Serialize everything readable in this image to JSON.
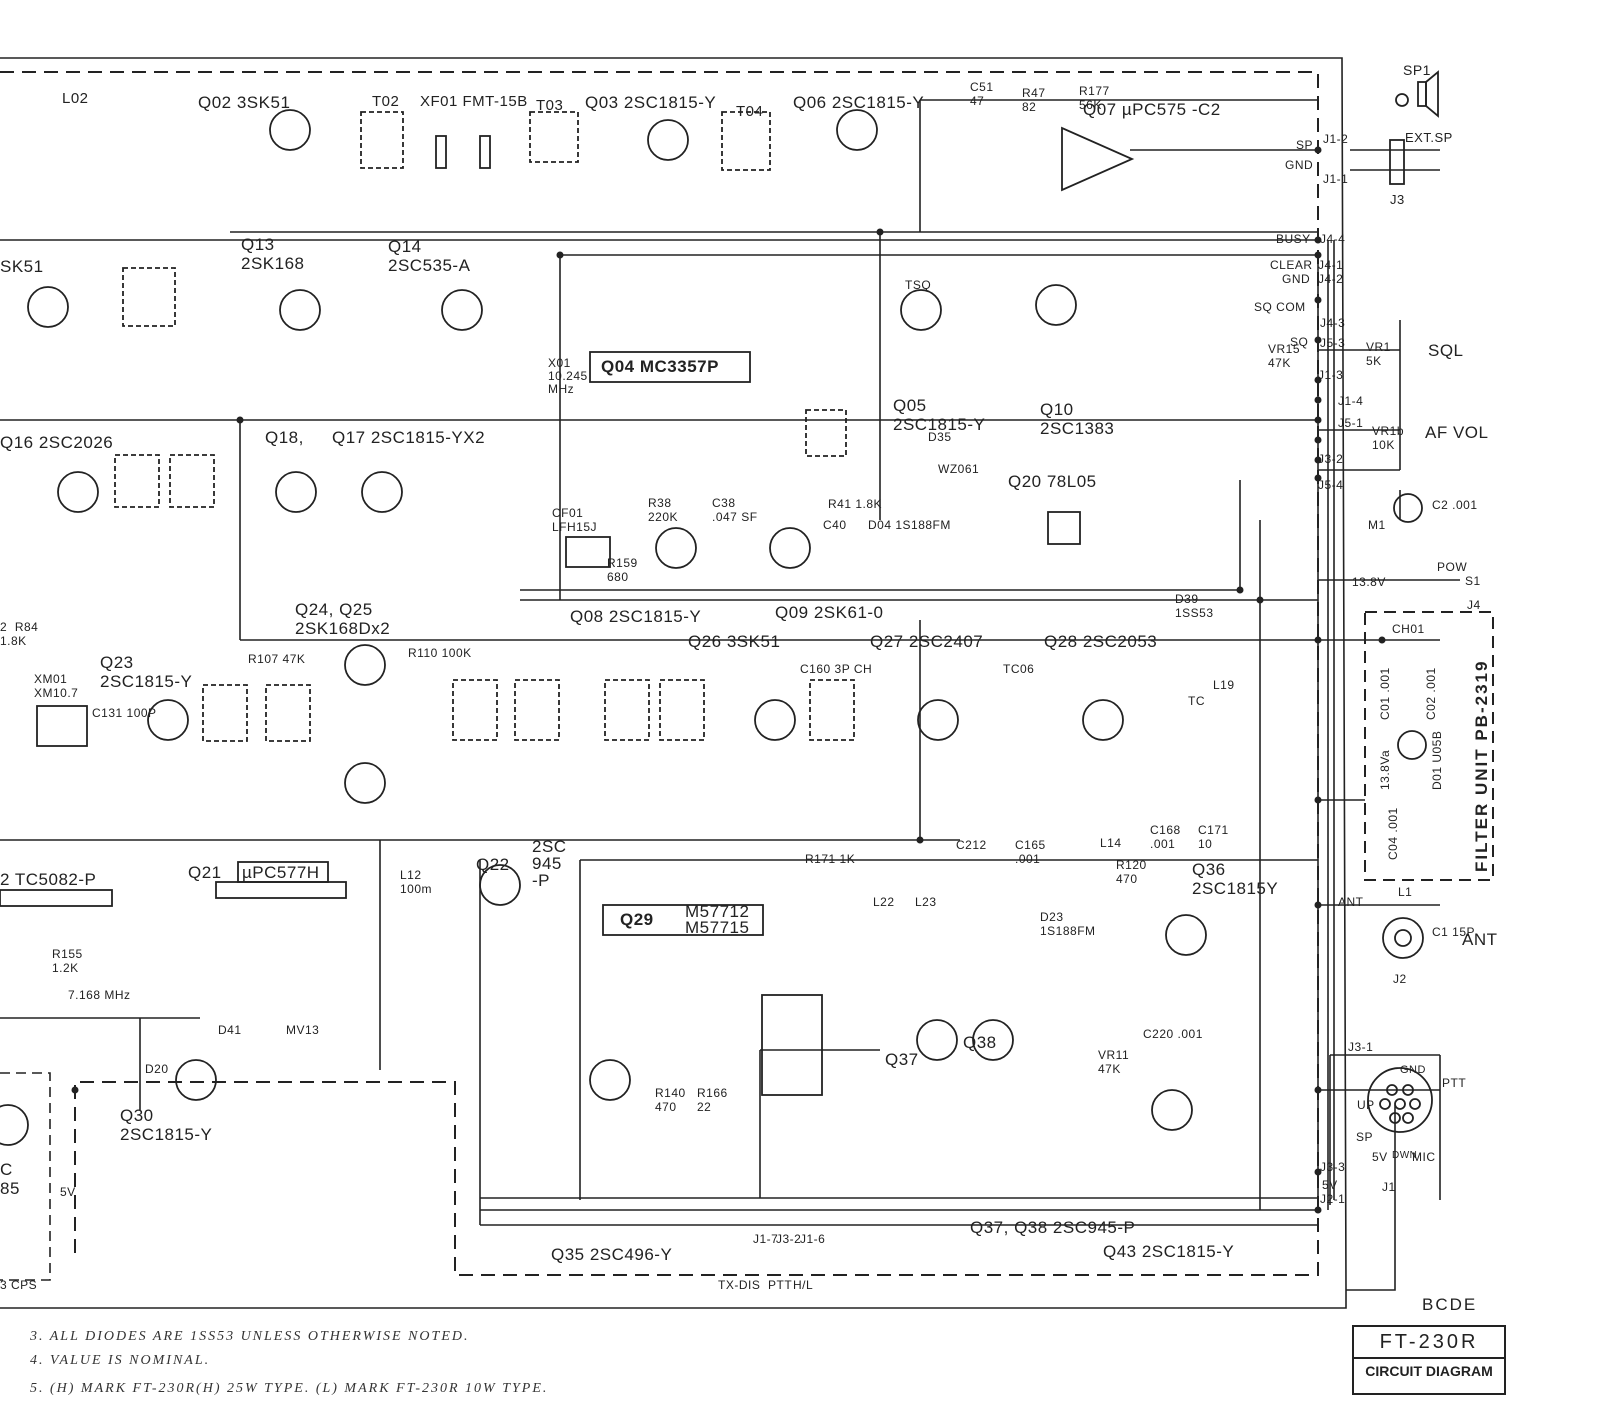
{
  "transistors": {
    "q02": "Q02 3SK51",
    "q03": "Q03 2SC1815-Y",
    "q06": "Q06 2SC1815-Y",
    "q07": "Q07 µPC575 -C2",
    "q13": "Q13\n2SK168",
    "q14": "Q14\n2SC535-A",
    "q16": "Q16 2SC2026",
    "q18": "Q18,",
    "q17": "Q17 2SC1815-YX2",
    "q04": "Q04 MC3357P",
    "q05": "Q05\n2SC1815-Y",
    "q10": "Q10\n2SC1383",
    "q20": "Q20 78L05",
    "q08": "Q08 2SC1815-Y",
    "q09": "Q09 2SK61-0",
    "q24": "Q24, Q25\n2SK168Dx2",
    "q23": "Q23\n2SC1815-Y",
    "q26": "Q26 3SK51",
    "q27": "Q27 2SC2407",
    "q28": "Q28 2SC2053",
    "q21": "Q21",
    "q21ic": "µPC577H",
    "q22": "Q22",
    "q22type": "2SC\n945\n-P",
    "q29": "Q29",
    "q29h": "M57712",
    "q29l": "M57715",
    "q36": "Q36\n2SC1815Y",
    "q37": "Q37",
    "q38": "Q38",
    "q30": "Q30\n2SC1815-Y",
    "q35": "Q35 2SC496-Y",
    "q3738": "Q37, Q38 2SC945-P",
    "q43": "Q43 2SC1815-Y",
    "tc5082": "2 TC5082-P",
    "sk51": "SK51",
    "c85": "C\n85"
  },
  "parts": {
    "l02": "L02",
    "t02": "T02",
    "xf01": "XF01 FMT-15B",
    "t03": "T03",
    "t04": "T04",
    "r47": "R47\n82",
    "r177": "R177\n56K",
    "c51": "C51\n47",
    "x01": "X01\n10.245\nMHz",
    "cf01": "CF01\nLFH15J",
    "r159": "R159\n680",
    "r38": "R38\n220K",
    "c38": "C38\n.047 SF",
    "r41": "R41 1.8K",
    "c40": "C40",
    "d04": "D04 1S188FM",
    "d35": "D35",
    "wz061": "WZ061",
    "tsq": "TSQ",
    "r110": "R110 100K",
    "r107": "R107 47K",
    "xm01": "XM01\nXM10.7",
    "c131": "C131 100P",
    "c160": "C160 3P CH",
    "r171": "R171 1K",
    "tc06": "TC06",
    "l19": "L19",
    "l14": "L14",
    "r120": "R120\n470",
    "c168": "C168\n.001",
    "c171": "C171\n10",
    "c212": "C212",
    "c165": "C165\n.001",
    "l12": "L12\n100m",
    "l22": "L22",
    "l23": "L23",
    "d23": "D23\n1S188FM",
    "c220": "C220 .001",
    "vr11": "VR11\n47K",
    "d41": "D41",
    "mv13": "MV13",
    "d20": "D20",
    "r140": "R140\n470",
    "r166": "R166\n22",
    "r155": "R155\n1.2K",
    "x04": "7.168 MHz",
    "r84": "2  R84\n1.8K",
    "ch01": "CH01",
    "d39": "D39\n1SS53",
    "tc": "TC"
  },
  "connectors": {
    "sp1": "SP1",
    "ext_sp": "EXT.SP",
    "j3": "J3",
    "sp": "SP",
    "gnd": "GND",
    "j1_2": "J1-2",
    "j1_1": "J1-1",
    "busy": "BUSY",
    "j4_4": "J4-4",
    "clear": "CLEAR",
    "j4_1": "J4-1",
    "gnd2": "GND",
    "j4_2": "J4-2",
    "sqcom": "SQ COM",
    "j4_3": "J4-3",
    "sq": "SQ",
    "j5_3": "J5-3",
    "vr15": "VR15\n47K",
    "sql": "SQL",
    "vr1": "VR1\n5K",
    "j1_3": "J1-3",
    "j1_4": "J1-4",
    "j5_1": "J5-1",
    "j3_2": "J3-2",
    "j5_4": "J5-4",
    "af_vol": "AF VOL",
    "vr1b": "VR1b\n10K",
    "m1": "M1",
    "c2": "C2 .001",
    "v138": "13.8V",
    "pow": "POW",
    "s1": "S1",
    "j4": "J4",
    "ant": "ANT",
    "l1": "L1",
    "c1": "C1 15P",
    "ant2": "ANT",
    "j2": "J2",
    "j3_1": "J3-1",
    "up": "UP",
    "sp2": "SP",
    "gnd3": "GND",
    "ptt": "PTT",
    "v5": "5V",
    "mic": "MIC",
    "dwn": "DWN",
    "j1": "J1",
    "j3_3": "J3-3",
    "j2_1": "J2-1",
    "v5b": "5V",
    "v5c": "5V",
    "txdis": "TX-DIS",
    "ptt2": "PTT",
    "hl": "H/L",
    "j1_7": "J1-7",
    "j3_2b": "J3-2",
    "j1_6": "J1-6",
    "cps": "3 CPS"
  },
  "filter_unit": {
    "label": "FILTER UNIT  PB-2319",
    "ch01": "CH01",
    "c01": "C01 .001",
    "c02": "C02 .001",
    "v138a": "13.8Va",
    "d01": "D01 U05B",
    "c04": "C04 .001"
  },
  "notes": [
    "3.  ALL DIODES ARE  1SS53 UNLESS  OTHERWISE  NOTED.",
    "4.  VALUE IS NOMINAL.",
    "5. (H) MARK  FT-230R(H) 25W TYPE.  (L) MARK  FT-230R  10W TYPE."
  ],
  "revision": "BCDE",
  "title": {
    "model": "FT-230R",
    "subtitle": "CIRCUIT DIAGRAM"
  },
  "colors": {
    "ink": "#222222",
    "paper": "#ffffff"
  }
}
